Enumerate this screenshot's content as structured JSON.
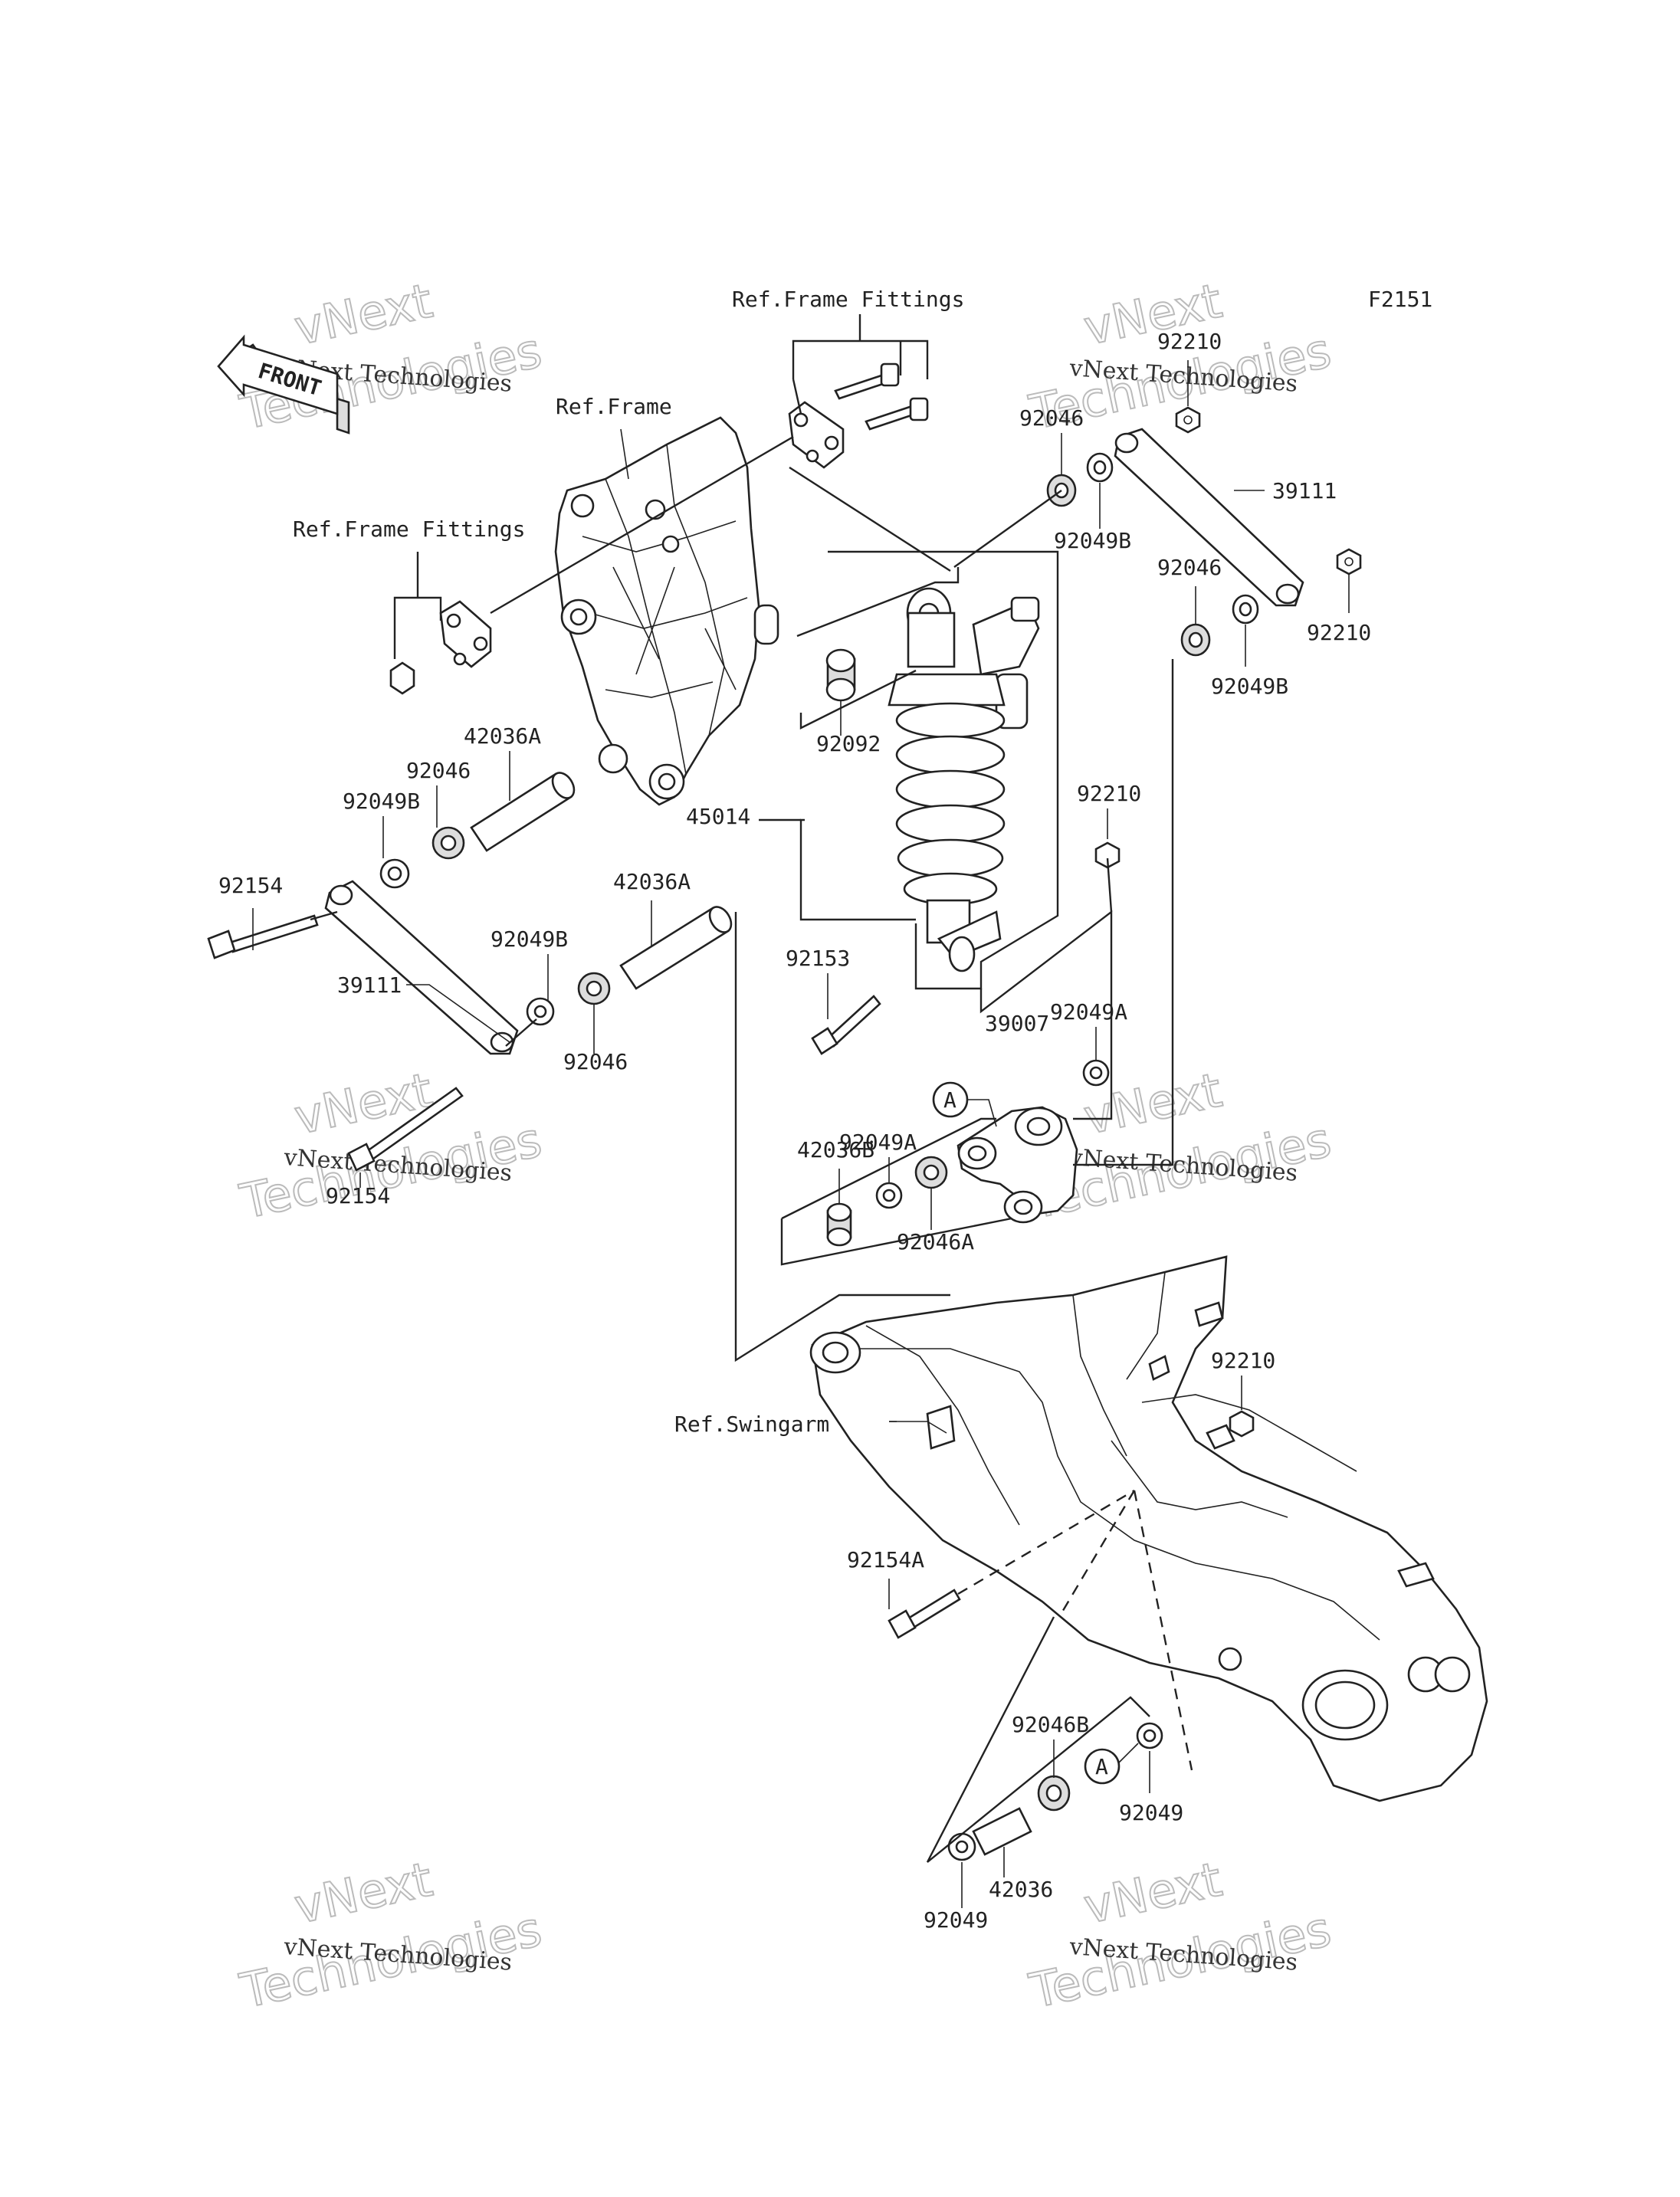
{
  "diagram_code": "F2151",
  "front_arrow_label": "FRONT",
  "watermark": {
    "line1": "vNext Technologies",
    "line2": "Technologies",
    "line3": "vNext"
  },
  "labels": {
    "ref_frame_fittings_top": "Ref.Frame Fittings",
    "ref_frame_fittings_left": "Ref.Frame Fittings",
    "ref_frame": "Ref.Frame",
    "ref_swingarm": "Ref.Swingarm",
    "p92210_a": "92210",
    "p92046_a": "92046",
    "p39111_a": "39111",
    "p92049B_a": "92049B",
    "p92046_b": "92046",
    "p92210_b": "92210",
    "p92049B_b": "92049B",
    "p42036A_a": "42036A",
    "p92046_c": "92046",
    "p92049B_c": "92049B",
    "p92154_a": "92154",
    "p92092": "92092",
    "p45014": "45014",
    "p92210_c": "92210",
    "p42036A_b": "42036A",
    "p92049B_d": "92049B",
    "p39111_b": "39111",
    "p92046_d": "92046",
    "p92153": "92153",
    "p92049A_a": "92049A",
    "p39007": "39007",
    "circle_a1": "A",
    "p92049A_b": "92049A",
    "p42036B": "42036B",
    "p92046A": "92046A",
    "p92154_b": "92154",
    "p92210_d": "92210",
    "p92154A": "92154A",
    "p92046B": "92046B",
    "circle_a2": "A",
    "p92049_a": "92049",
    "p42036": "42036",
    "p92049_b": "92049"
  }
}
